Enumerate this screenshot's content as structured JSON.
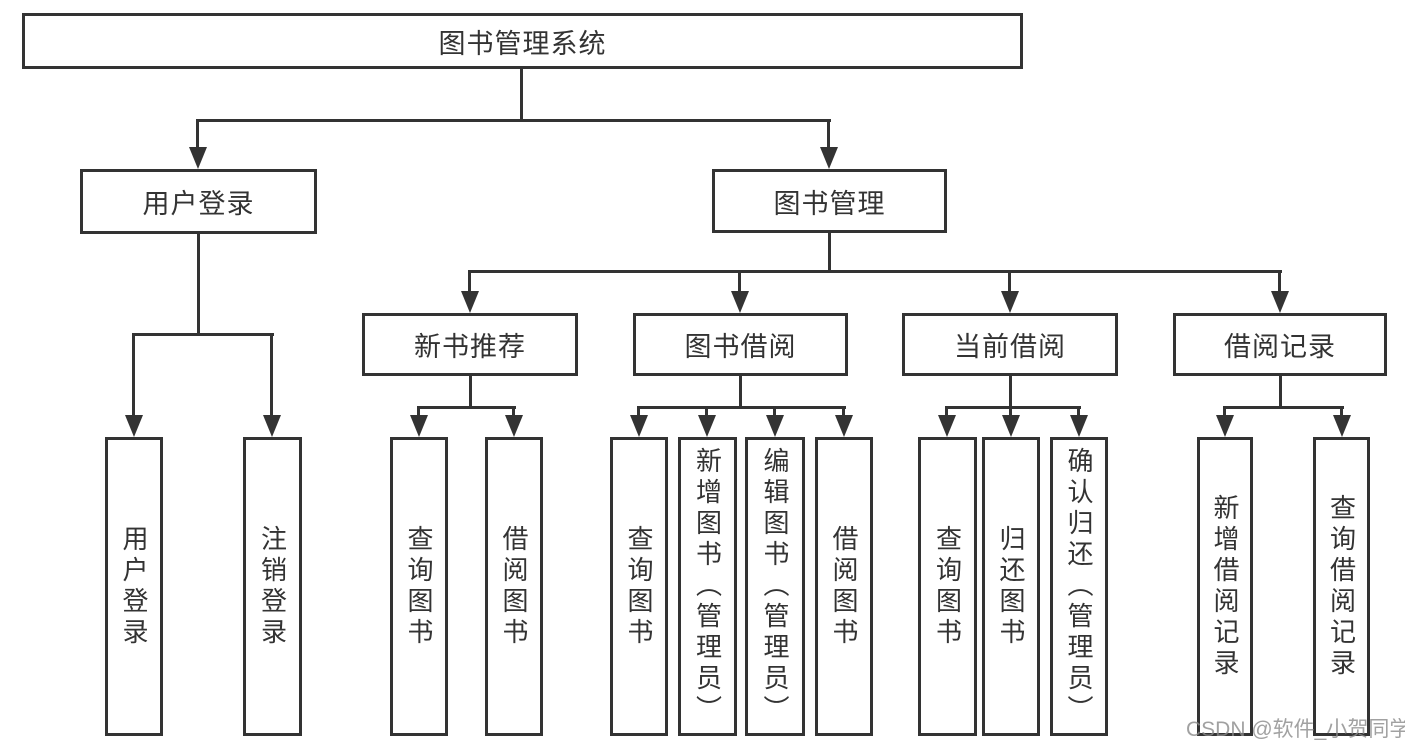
{
  "colors": {
    "line": "#333333",
    "text": "#333333",
    "background": "#ffffff",
    "watermark": "#8a8a8a"
  },
  "tree": {
    "label": "图书管理系统",
    "children": [
      {
        "label": "用户登录",
        "children": [
          {
            "label": "用户登录"
          },
          {
            "label": "注销登录"
          }
        ]
      },
      {
        "label": "图书管理",
        "children": [
          {
            "label": "新书推荐",
            "children": [
              {
                "label": "查询图书"
              },
              {
                "label": "借阅图书"
              }
            ]
          },
          {
            "label": "图书借阅",
            "children": [
              {
                "label": "查询图书"
              },
              {
                "label": "新增图书（管理员）"
              },
              {
                "label": "编辑图书（管理员）"
              },
              {
                "label": "借阅图书"
              }
            ]
          },
          {
            "label": "当前借阅",
            "children": [
              {
                "label": "查询图书"
              },
              {
                "label": "归还图书"
              },
              {
                "label": "确认归还（管理员）"
              }
            ]
          },
          {
            "label": "借阅记录",
            "children": [
              {
                "label": "新增借阅记录"
              },
              {
                "label": "查询借阅记录"
              }
            ]
          }
        ]
      }
    ]
  },
  "watermark": {
    "text": "CSDN @软件_小贺同学"
  }
}
